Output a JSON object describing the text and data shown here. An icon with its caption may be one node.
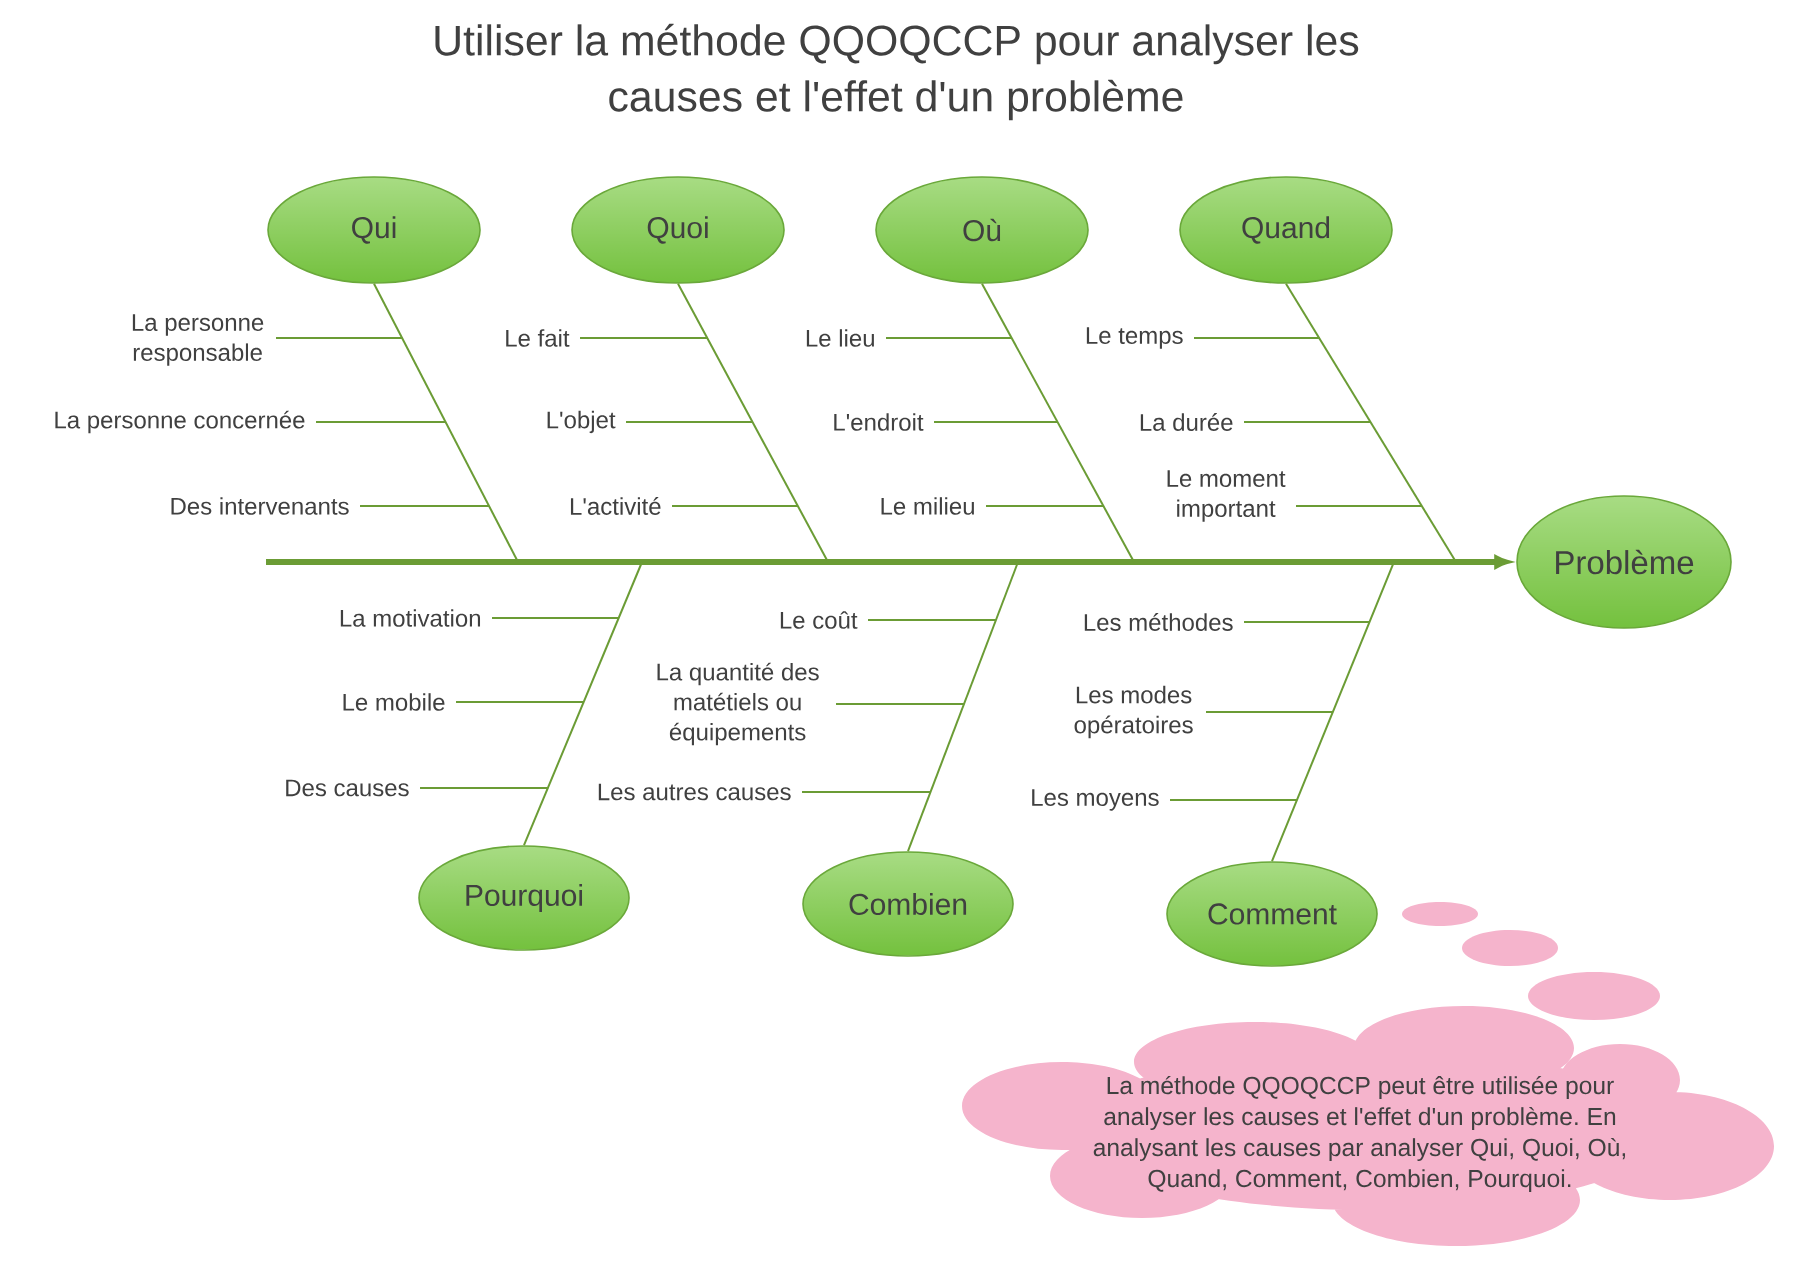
{
  "diagram": {
    "title": "Utiliser la méthode QQOQCCP pour analyser les causes et l'effet d'un problème",
    "nodes": [
      {
        "text": [
          "Qui"
        ]
      },
      {
        "text": [
          "Quoi"
        ]
      },
      {
        "text": [
          "Où"
        ]
      },
      {
        "text": [
          "Quand"
        ]
      },
      {
        "text": [
          "La personne responsable"
        ]
      },
      {
        "text": [
          "La personne concernée"
        ]
      },
      {
        "text": [
          "Des intervenants"
        ]
      },
      {
        "text": [
          "Le fait"
        ]
      },
      {
        "text": [
          "L'objet"
        ]
      },
      {
        "text": [
          "L'activité"
        ]
      },
      {
        "text": [
          "Le lieu"
        ]
      },
      {
        "text": [
          "L'endroit"
        ]
      },
      {
        "text": [
          "Le milieu"
        ]
      },
      {
        "text": [
          "Le temps"
        ]
      },
      {
        "text": [
          "La durée"
        ]
      },
      {
        "text": [
          "Le moment important"
        ]
      },
      {
        "text": [
          "Problème"
        ]
      },
      {
        "text": [
          "Pourquoi"
        ]
      },
      {
        "text": [
          "Combien"
        ]
      },
      {
        "text": [
          "Comment"
        ]
      },
      {
        "text": [
          "La motivation"
        ]
      },
      {
        "text": [
          "Le mobile"
        ]
      },
      {
        "text": [
          "Des causes"
        ]
      },
      {
        "text": [
          "Le coût"
        ]
      },
      {
        "text": [
          "La quantité des matétiels ou équipements"
        ]
      },
      {
        "text": [
          "Les autres causes"
        ]
      },
      {
        "text": [
          "Les méthodes"
        ]
      },
      {
        "text": [
          "Les modes opératoires"
        ]
      },
      {
        "text": [
          "Les moyens"
        ]
      },
      {
        "text": [
          "La méthode QQOQCCP peut être utilisée pour analyser les causes et l'effet d'un problème. En analysant les causes par analyser Qui, Quoi, Où, Quand, Comment, Combien, Pourquoi."
        ]
      }
    ],
    "edges": [
      {
        "from": null,
        "to": 16,
        "arrow": "to",
        "style": "thick"
      },
      {
        "from": 0,
        "to": null,
        "arrow": "none"
      },
      {
        "from": 1,
        "to": null,
        "arrow": "none"
      },
      {
        "from": 2,
        "to": null,
        "arrow": "none"
      },
      {
        "from": 3,
        "to": null,
        "arrow": "none"
      },
      {
        "from": 17,
        "to": null,
        "arrow": "none"
      },
      {
        "from": 18,
        "to": null,
        "arrow": "none"
      },
      {
        "from": 19,
        "to": null,
        "arrow": "none"
      },
      {
        "from": 4,
        "to": null,
        "arrow": "none"
      },
      {
        "from": 5,
        "to": null,
        "arrow": "none"
      },
      {
        "from": 6,
        "to": null,
        "arrow": "none"
      },
      {
        "from": 7,
        "to": null,
        "arrow": "none"
      },
      {
        "from": 8,
        "to": null,
        "arrow": "none"
      },
      {
        "from": 9,
        "to": null,
        "arrow": "none"
      },
      {
        "from": 10,
        "to": null,
        "arrow": "none"
      },
      {
        "from": 11,
        "to": null,
        "arrow": "none"
      },
      {
        "from": 12,
        "to": null,
        "arrow": "none"
      },
      {
        "from": 13,
        "to": null,
        "arrow": "none"
      },
      {
        "from": 14,
        "to": null,
        "arrow": "none"
      },
      {
        "from": 15,
        "to": null,
        "arrow": "none"
      },
      {
        "from": 20,
        "to": null,
        "arrow": "none"
      },
      {
        "from": 21,
        "to": null,
        "arrow": "none"
      },
      {
        "from": 22,
        "to": null,
        "arrow": "none"
      },
      {
        "from": 23,
        "to": null,
        "arrow": "none"
      },
      {
        "from": 24,
        "to": null,
        "arrow": "none"
      },
      {
        "from": 25,
        "to": null,
        "arrow": "none"
      },
      {
        "from": 26,
        "to": null,
        "arrow": "none"
      },
      {
        "from": 27,
        "to": null,
        "arrow": "none"
      },
      {
        "from": 28,
        "to": null,
        "arrow": "none"
      }
    ]
  }
}
